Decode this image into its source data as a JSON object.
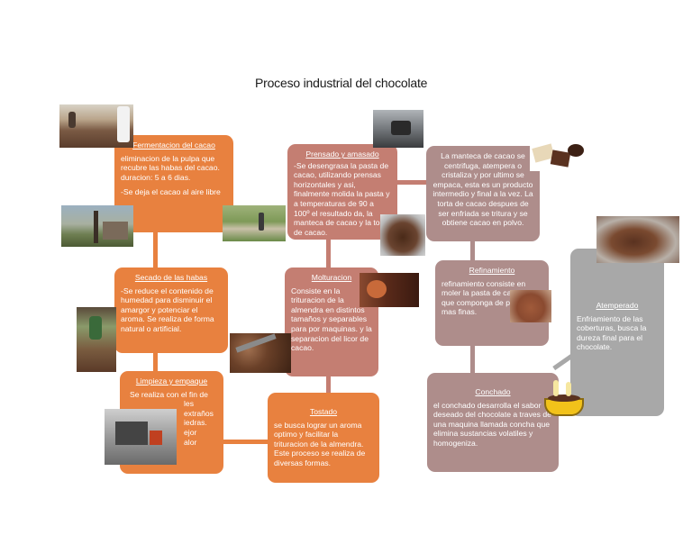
{
  "title": "Proceso industrial del chocolate",
  "colors": {
    "orange": "#e8813f",
    "rose": "#c47e72",
    "mauve": "#ae8d8b",
    "grey": "#a8a8a8"
  },
  "boxes": {
    "fermentacion": {
      "heading": "Fermentacion del cacao",
      "text1": "eliminacion de la pulpa que recubre las habas del cacao. duracion: 5 a 6 dias.",
      "text2": "-Se deja el cacao al aire libre"
    },
    "secado": {
      "heading": "Secado de las habas",
      "text": "-Se reduce el contenido de humedad para disminuir el amargor y potenciar el aroma. Se realiza de forma natural o artificial."
    },
    "limpieza": {
      "heading": "Limpieza y empaque",
      "line1": "Se realiza con el fin de",
      "line2": "les extraños",
      "line3": "iedras.",
      "line4": "ejor",
      "line5": "alor"
    },
    "prensado": {
      "heading": "Prensado y amasado",
      "text": "-Se desengrasa la pasta de cacao, utilizando prensas horizontales y asi, finalmente molida la pasta y a temperaturas de 90 a 100º el resultado da, la manteca de cacao y la torta de cacao."
    },
    "molturacion": {
      "heading": "Molturacion",
      "text": "Consiste en la trituracion de la almendra en distintos tamaños y separables para por maquinas. y la separacion del licor de cacao."
    },
    "tostado": {
      "heading": "Tostado",
      "text": "se busca lograr un aroma optimo y facilitar la trituracion de la almendra. Este proceso se realiza de diversas formas."
    },
    "manteca": {
      "text": "La manteca de cacao se centrifuga, atempera o cristaliza y por ultimo se empaca, esta es un producto intermedio y final a la vez. La torta de cacao despues de ser enfriada se tritura y se obtiene cacao en polvo."
    },
    "refinamiento": {
      "heading": "Refinamiento",
      "text": "refinamiento consiste en moler la pasta de cacao para que componga de particulas mas finas."
    },
    "conchado": {
      "heading": "Conchado",
      "text": "el conchado desarrolla el sabor deseado del chocolate a traves de una maquina llamada concha que elimina sustancias volatiles y homogeniza."
    },
    "atemperado": {
      "heading": "Atemperado",
      "text": "Enfriamiento de las coberturas, busca la dureza final para el chocolate."
    }
  }
}
